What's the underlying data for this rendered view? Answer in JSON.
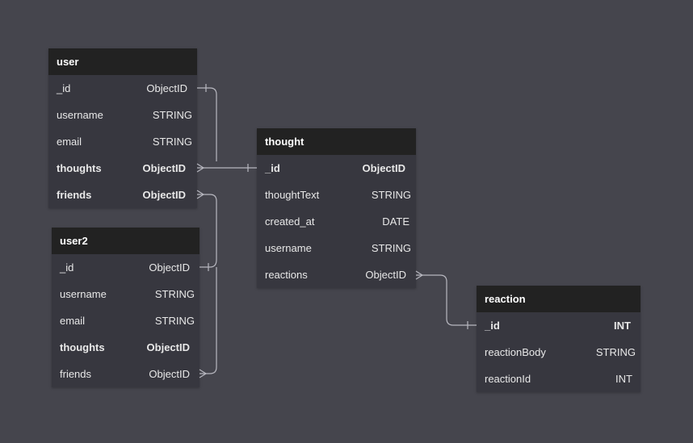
{
  "tables": {
    "user": {
      "title": "user",
      "rows": [
        {
          "name": "_id",
          "type": "ObjectID"
        },
        {
          "name": "username",
          "type": "STRING"
        },
        {
          "name": "email",
          "type": "STRING"
        },
        {
          "name": "thoughts",
          "type": "ObjectID"
        },
        {
          "name": "friends",
          "type": "ObjectID"
        }
      ]
    },
    "user2": {
      "title": "user2",
      "rows": [
        {
          "name": "_id",
          "type": "ObjectID"
        },
        {
          "name": "username",
          "type": "STRING"
        },
        {
          "name": "email",
          "type": "STRING"
        },
        {
          "name": "thoughts",
          "type": "ObjectID"
        },
        {
          "name": "friends",
          "type": "ObjectID"
        }
      ]
    },
    "thought": {
      "title": "thought",
      "rows": [
        {
          "name": "_id",
          "type": "ObjectID"
        },
        {
          "name": "thoughtText",
          "type": "STRING"
        },
        {
          "name": "created_at",
          "type": "DATE"
        },
        {
          "name": "username",
          "type": "STRING"
        },
        {
          "name": "reactions",
          "type": "ObjectID"
        }
      ]
    },
    "reaction": {
      "title": "reaction",
      "rows": [
        {
          "name": "_id",
          "type": "INT"
        },
        {
          "name": "reactionBody",
          "type": "STRING"
        },
        {
          "name": "reactionId",
          "type": "INT"
        }
      ]
    }
  },
  "colors": {
    "background": "#45454d",
    "table_body": "#37373f",
    "table_header": "#222222",
    "text": "#e8e8e8",
    "link": "#b8b8c0"
  }
}
